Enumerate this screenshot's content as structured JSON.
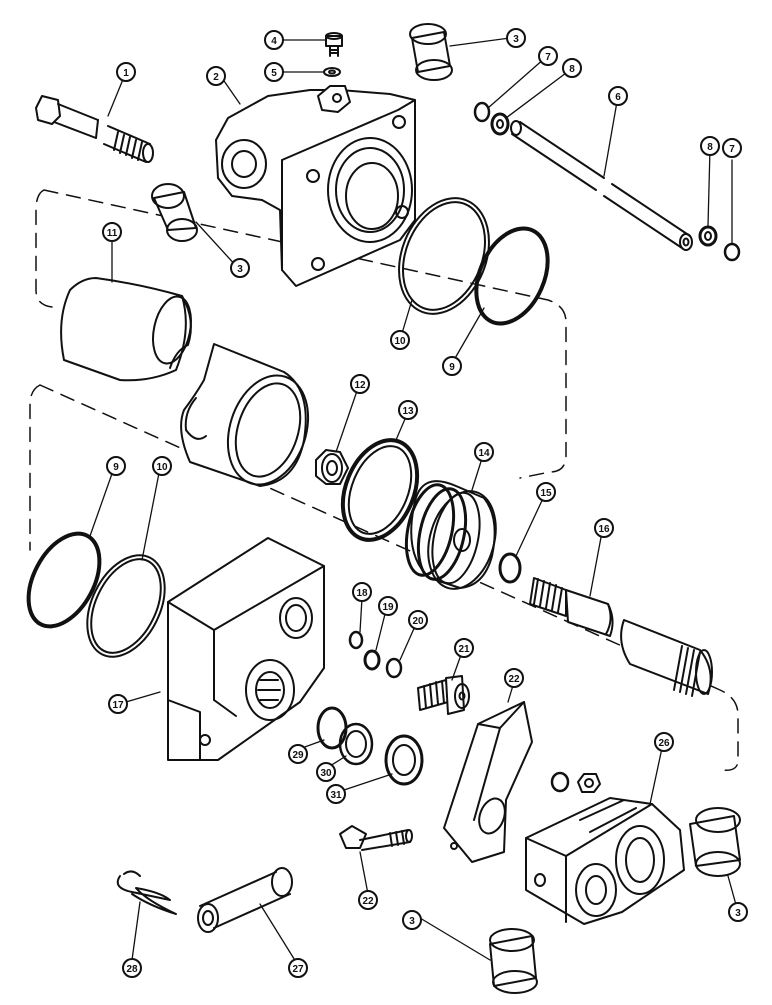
{
  "callouts": [
    {
      "id": "c1",
      "text": "1"
    },
    {
      "id": "c2",
      "text": "2"
    },
    {
      "id": "c3a",
      "text": "3"
    },
    {
      "id": "c3b",
      "text": "3"
    },
    {
      "id": "c3c",
      "text": "3"
    },
    {
      "id": "c3d",
      "text": "3"
    },
    {
      "id": "c4",
      "text": "4"
    },
    {
      "id": "c5",
      "text": "5"
    },
    {
      "id": "c6",
      "text": "6"
    },
    {
      "id": "c7a",
      "text": "7"
    },
    {
      "id": "c7b",
      "text": "7"
    },
    {
      "id": "c8a",
      "text": "8"
    },
    {
      "id": "c8b",
      "text": "8"
    },
    {
      "id": "c9a",
      "text": "9"
    },
    {
      "id": "c9b",
      "text": "9"
    },
    {
      "id": "c10a",
      "text": "10"
    },
    {
      "id": "c10b",
      "text": "10"
    },
    {
      "id": "c11",
      "text": "11"
    },
    {
      "id": "c12",
      "text": "12"
    },
    {
      "id": "c13",
      "text": "13"
    },
    {
      "id": "c14",
      "text": "14"
    },
    {
      "id": "c15",
      "text": "15"
    },
    {
      "id": "c16",
      "text": "16"
    },
    {
      "id": "c17",
      "text": "17"
    },
    {
      "id": "c18",
      "text": "18"
    },
    {
      "id": "c19",
      "text": "19"
    },
    {
      "id": "c20",
      "text": "20"
    },
    {
      "id": "c21",
      "text": "21"
    },
    {
      "id": "c22a",
      "text": "22"
    },
    {
      "id": "c22b",
      "text": "22"
    },
    {
      "id": "c26",
      "text": "26"
    },
    {
      "id": "c27",
      "text": "27"
    },
    {
      "id": "c28",
      "text": "28"
    },
    {
      "id": "c29",
      "text": "29"
    },
    {
      "id": "c30",
      "text": "30"
    },
    {
      "id": "c31",
      "text": "31"
    }
  ]
}
